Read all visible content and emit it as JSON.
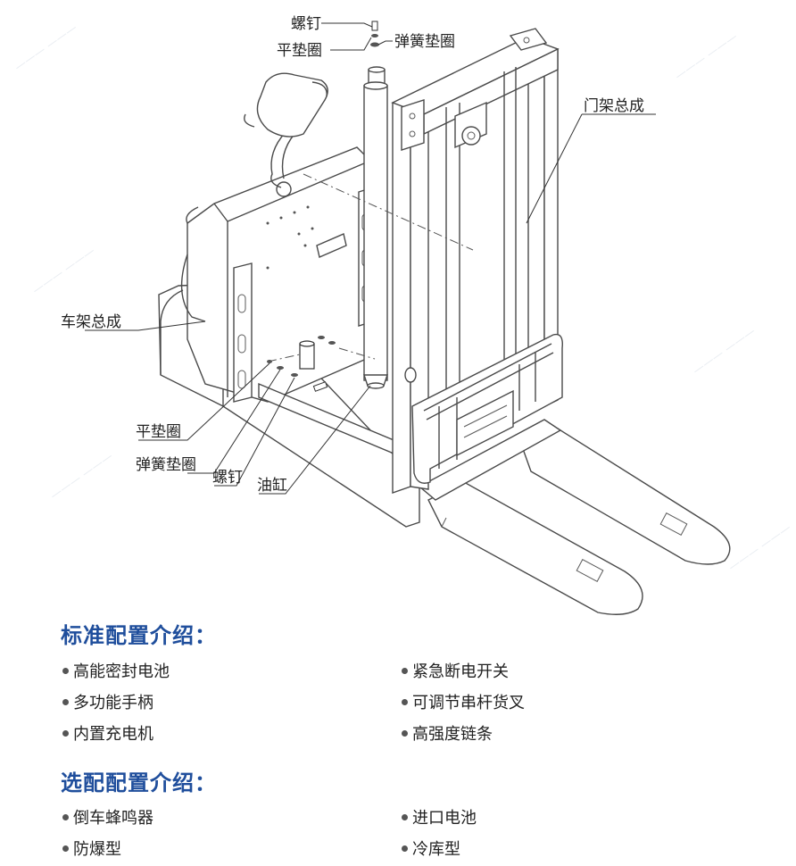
{
  "diagram": {
    "labels": {
      "screw_top": "螺钉",
      "flat_washer_top": "平垫圈",
      "spring_washer_top": "弹簧垫圈",
      "mast_assembly": "门架总成",
      "frame_assembly": "车架总成",
      "flat_washer_bottom": "平垫圈",
      "spring_washer_bottom": "弹簧垫圈",
      "screw_bottom": "螺钉",
      "cylinder": "油缸"
    }
  },
  "standard": {
    "title": "标准配置介绍：",
    "items_left": [
      "高能密封电池",
      "多功能手柄",
      "内置充电机"
    ],
    "items_right": [
      "紧急断电开关",
      "可调节串杆货叉",
      "高强度链条"
    ]
  },
  "optional": {
    "title": "选配配置介绍：",
    "items_left": [
      "倒车蜂鸣器",
      "防爆型"
    ],
    "items_right": [
      "进口电池",
      "冷库型"
    ]
  }
}
